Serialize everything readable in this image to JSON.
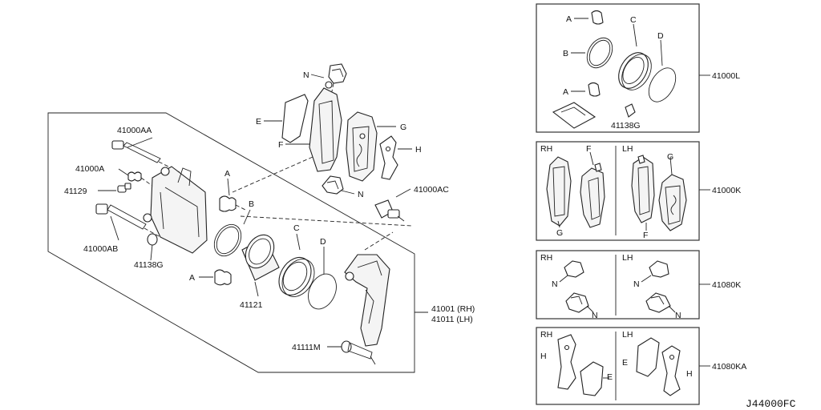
{
  "reference_code": "J44000FC",
  "main_assembly": {
    "part_41000AA": "41000AA",
    "part_41000A": "41000A",
    "part_41129": "41129",
    "part_41000AB": "41000AB",
    "part_41138G": "41138G",
    "label_A_boot": "A",
    "label_B_seal": "B",
    "label_A_lower": "A",
    "part_41121": "41121",
    "label_C": "C",
    "label_D": "D",
    "caliper_rh": "41001 (RH)",
    "caliper_lh": "41011 (LH)",
    "part_41111M": "41111M",
    "label_N_top": "N",
    "label_E": "E",
    "label_F": "F",
    "label_G": "G",
    "label_H": "H",
    "label_N_mid": "N",
    "part_41000AC": "41000AC"
  },
  "kits": [
    {
      "code": "41000L",
      "labels": {
        "a1": "A",
        "b": "B",
        "c": "C",
        "d": "D",
        "a2": "A",
        "grease": "41138G"
      }
    },
    {
      "code": "41000K",
      "rh": "RH",
      "lh": "LH",
      "labels": {
        "f1": "F",
        "g1": "G",
        "f2": "F",
        "g2": "G"
      }
    },
    {
      "code": "41080K",
      "rh": "RH",
      "lh": "LH",
      "labels": {
        "n1": "N",
        "n2": "N",
        "n3": "N",
        "n4": "N"
      }
    },
    {
      "code": "41080KA",
      "rh": "RH",
      "lh": "LH",
      "labels": {
        "h1": "H",
        "e1": "E",
        "e2": "E",
        "h2": "H"
      }
    }
  ]
}
